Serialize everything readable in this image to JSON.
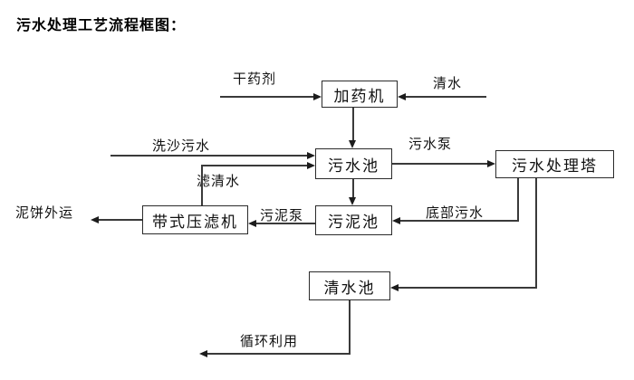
{
  "title": "污水处理工艺流程框图：",
  "nodes": {
    "dosing_machine": "加药机",
    "sewage_pool": "污水池",
    "sewage_treatment_tower": "污水处理塔",
    "sludge_pool": "污泥池",
    "belt_filter_press": "带式压滤机",
    "clean_water_pool": "清水池"
  },
  "labels": {
    "dry_chemical": "干药剂",
    "clean_water": "清水",
    "sand_washing_sewage": "洗沙污水",
    "sewage_pump": "污水泵",
    "filtered_water": "滤清水",
    "sludge_pump": "污泥泵",
    "bottom_sewage": "底部污水",
    "mud_cake_transport": "泥饼外运",
    "recycling": "循环利用"
  },
  "edges": [
    {
      "from": "干药剂",
      "to": "加药机",
      "label": ""
    },
    {
      "from": "清水",
      "to": "加药机",
      "label": ""
    },
    {
      "from": "加药机",
      "to": "污水池",
      "label": ""
    },
    {
      "from": "洗沙污水",
      "to": "污水池",
      "label": ""
    },
    {
      "from": "带式压滤机",
      "to": "污水池",
      "label": "滤清水"
    },
    {
      "from": "污水池",
      "to": "污水处理塔",
      "label": "污水泵"
    },
    {
      "from": "污水池",
      "to": "污泥池",
      "label": ""
    },
    {
      "from": "污水处理塔",
      "to": "污泥池",
      "label": "底部污水"
    },
    {
      "from": "污泥池",
      "to": "带式压滤机",
      "label": "污泥泵"
    },
    {
      "from": "带式压滤机",
      "to": "泥饼外运",
      "label": ""
    },
    {
      "from": "污水处理塔",
      "to": "清水池",
      "label": ""
    },
    {
      "from": "清水池",
      "to": "循环利用",
      "label": ""
    }
  ],
  "colors": {
    "background": "#ffffff",
    "line": "#3a3a3a",
    "box_border": "#2b2b2b",
    "text": "#000000"
  }
}
